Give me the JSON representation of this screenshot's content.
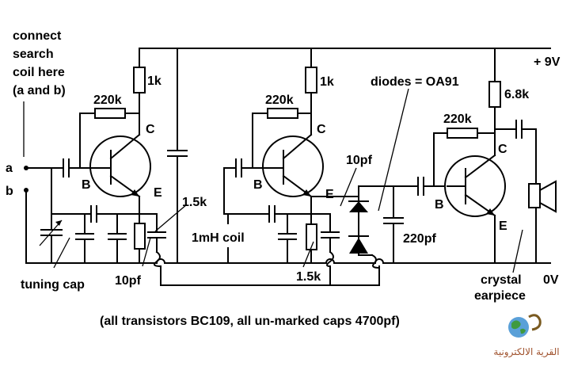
{
  "labels": {
    "connect": "connect",
    "search": "search",
    "coil_here": "coil here",
    "a_and_b": "(a and b)",
    "a": "a",
    "b": "b",
    "tuning_cap": "tuning cap",
    "r_220k_1": "220k",
    "r_220k_2": "220k",
    "r_220k_3": "220k",
    "r_1k_1": "1k",
    "r_1k_2": "1k",
    "r_6k8": "6.8k",
    "r_1k5_1": "1.5k",
    "r_1k5_2": "1.5k",
    "c_10pf_1": "10pf",
    "c_10pf_2": "10pf",
    "c_220pf": "220pf",
    "coil_1mh": "1mH coil",
    "diodes": "diodes = OA91",
    "supply_9v": "+ 9V",
    "ground_0v": "0V",
    "crystal": "crystal",
    "earpiece": "earpiece",
    "b1": "B",
    "c1": "C",
    "e1": "E",
    "b2": "B",
    "c2": "C",
    "e2": "E",
    "b3": "B",
    "c3": "C",
    "e3": "E",
    "footnote": "(all transistors BC109, all un-marked caps 4700pf)",
    "watermark": "القرية الالكترونية"
  }
}
